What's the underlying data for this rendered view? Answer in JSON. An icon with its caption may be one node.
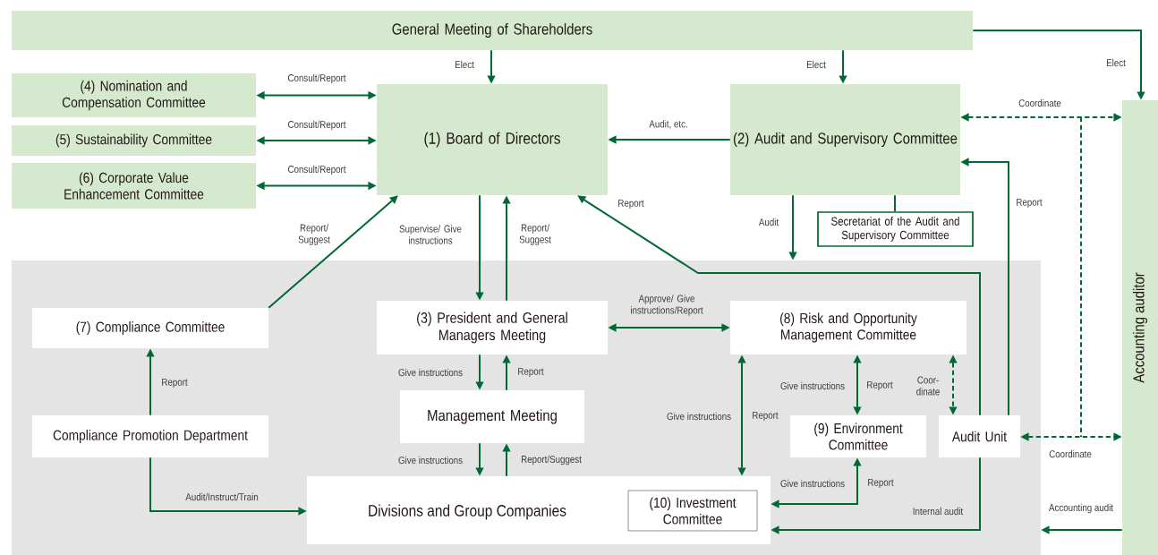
{
  "diagram": {
    "nodes": [
      {
        "text": [
          "General Meeting of Shareholders"
        ]
      },
      {
        "text": [
          "(4) Nomination and Compensation Committee"
        ]
      },
      {
        "text": [
          "(5) Sustainability Committee"
        ]
      },
      {
        "text": [
          "(6) Corporate Value Enhancement Committee"
        ]
      },
      {
        "text": [
          "(1) Board of Directors"
        ]
      },
      {
        "text": [
          "(2) Audit and Supervisory Committee"
        ]
      },
      {
        "text": [
          "Secretariat of the Audit and Supervisory Committee"
        ]
      },
      {
        "text": [
          "Accounting auditor"
        ]
      },
      {
        "text": [],
        "shape": "box"
      },
      {
        "text": [
          "(7) Compliance Committee"
        ],
        "in": 8
      },
      {
        "text": [
          "(3) President and General Managers Meeting"
        ],
        "in": 8
      },
      {
        "text": [
          "(8) Risk and Opportunity Management Committee"
        ],
        "in": 8
      },
      {
        "text": [
          "Management Meeting"
        ],
        "in": 8
      },
      {
        "text": [
          "Compliance Promotion Department"
        ],
        "in": 8
      },
      {
        "text": [
          "(9) Environment Committee"
        ],
        "in": 8
      },
      {
        "text": [
          "Audit Unit"
        ],
        "in": 8
      },
      {
        "text": [
          "Divisions and Group Companies"
        ],
        "in": 8
      },
      {
        "text": [
          "(10) Investment Committee"
        ],
        "in": 16
      }
    ],
    "edges": [
      {
        "from": 0,
        "to": 4,
        "arrow": "to",
        "label": "Elect"
      },
      {
        "from": 0,
        "to": 5,
        "arrow": "to",
        "label": "Elect"
      },
      {
        "from": 0,
        "to": 7,
        "arrow": "to",
        "label": "Elect"
      },
      {
        "from": 1,
        "to": 4,
        "arrow": "both",
        "label": "Consult/Report"
      },
      {
        "from": 2,
        "to": 4,
        "arrow": "both",
        "label": "Consult/Report"
      },
      {
        "from": 3,
        "to": 4,
        "arrow": "both",
        "label": "Consult/Report"
      },
      {
        "from": 5,
        "to": 4,
        "arrow": "to",
        "label": "Audit, etc."
      },
      {
        "from": 5,
        "to": 8,
        "arrow": "to",
        "label": "Audit"
      },
      {
        "from": 5,
        "to": 6,
        "arrow": "none"
      },
      {
        "from": 5,
        "to": 7,
        "arrow": "both",
        "label": "Coordinate",
        "style": "dashed"
      },
      {
        "from": 15,
        "to": 5,
        "arrow": "to",
        "label": "Report"
      },
      {
        "from": 15,
        "to": 7,
        "arrow": "both",
        "label": "Coordinate",
        "style": "dashed"
      },
      {
        "from": 9,
        "to": 4,
        "arrow": "to",
        "label": "Report/ Suggest"
      },
      {
        "from": 4,
        "to": 10,
        "arrow": "to",
        "label": "Supervise/ Give instructions"
      },
      {
        "from": 10,
        "to": 4,
        "arrow": "to",
        "label": "Report/ Suggest"
      },
      {
        "from": 15,
        "to": 4,
        "arrow": "to",
        "label": "Report"
      },
      {
        "from": 10,
        "to": 11,
        "arrow": "both",
        "label": "Approve/ Give instructions/Report"
      },
      {
        "from": 10,
        "to": 12,
        "arrow": "to",
        "label": "Give instructions"
      },
      {
        "from": 12,
        "to": 10,
        "arrow": "to",
        "label": "Report"
      },
      {
        "from": 12,
        "to": 16,
        "arrow": "to",
        "label": "Give instructions"
      },
      {
        "from": 16,
        "to": 12,
        "arrow": "to",
        "label": "Report/Suggest"
      },
      {
        "from": 13,
        "to": 9,
        "arrow": "to",
        "label": "Report"
      },
      {
        "from": 13,
        "to": 16,
        "arrow": "to",
        "label": "Audit/Instruct/Train"
      },
      {
        "from": 11,
        "to": 16,
        "arrow": "both",
        "label": "Give instructions"
      },
      {
        "from": 11,
        "to": 14,
        "arrow": "both",
        "label": "Give instructions"
      },
      {
        "from": 11,
        "to": 15,
        "arrow": "both",
        "label": "Coor- dinate",
        "style": "dashed"
      },
      {
        "from": 14,
        "to": 16,
        "arrow": "both",
        "label": "Give instructions"
      },
      {
        "from": 15,
        "to": 16,
        "arrow": "to",
        "label": "Internal audit"
      },
      {
        "from": 7,
        "to": 8,
        "arrow": "to",
        "label": "Accounting audit"
      }
    ],
    "labels": [
      "Report",
      "Report",
      "Report"
    ]
  }
}
